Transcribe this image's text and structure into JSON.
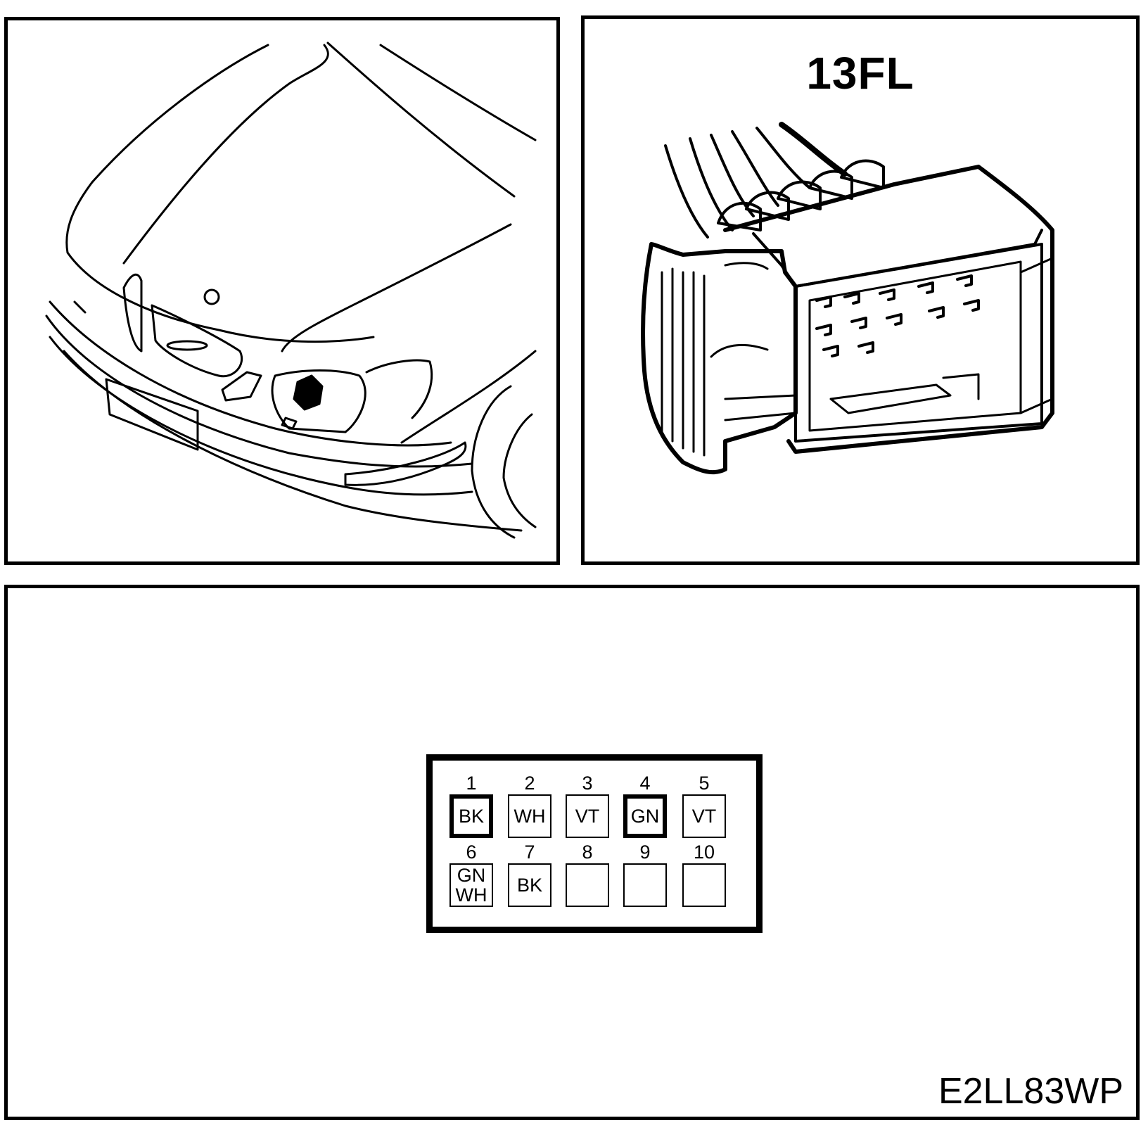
{
  "connector": {
    "id": "13FL"
  },
  "figure_code": "E2LL83WP",
  "pins": [
    {
      "num": "1",
      "colors": [
        "BK"
      ],
      "highlight": true
    },
    {
      "num": "2",
      "colors": [
        "WH"
      ],
      "highlight": false
    },
    {
      "num": "3",
      "colors": [
        "VT"
      ],
      "highlight": false
    },
    {
      "num": "4",
      "colors": [
        "GN"
      ],
      "highlight": true
    },
    {
      "num": "5",
      "colors": [
        "VT"
      ],
      "highlight": false
    },
    {
      "num": "6",
      "colors": [
        "GN",
        "WH"
      ],
      "highlight": false
    },
    {
      "num": "7",
      "colors": [
        "BK"
      ],
      "highlight": false
    },
    {
      "num": "8",
      "colors": [],
      "highlight": false
    },
    {
      "num": "9",
      "colors": [],
      "highlight": false
    },
    {
      "num": "10",
      "colors": [],
      "highlight": false
    }
  ]
}
